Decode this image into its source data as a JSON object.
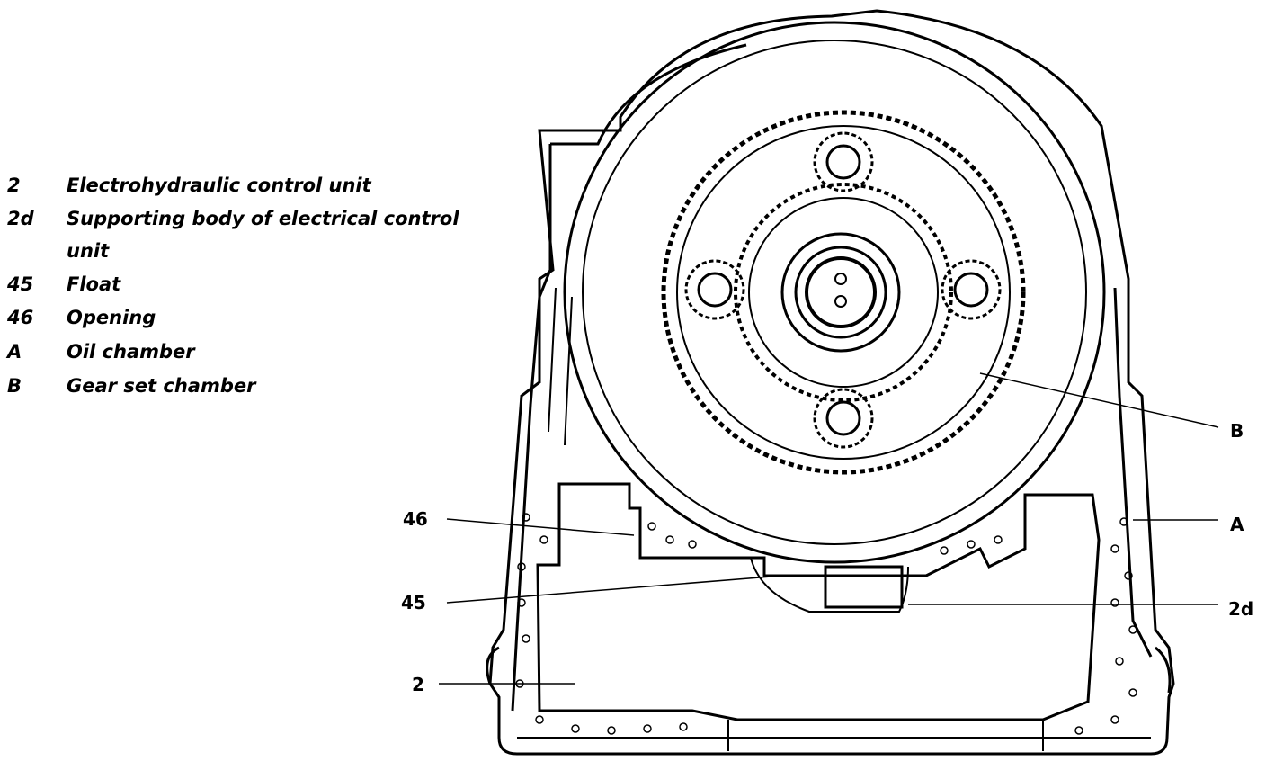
{
  "legend": [
    {
      "key": "2",
      "text": "Electrohydraulic control unit"
    },
    {
      "key": "2d",
      "text": "Supporting body of electrical control",
      "text2": "unit"
    },
    {
      "key": "45",
      "text": "Float"
    },
    {
      "key": "46",
      "text": "Opening"
    },
    {
      "key": "A",
      "text": "Oil chamber"
    },
    {
      "key": "B",
      "text": "Gear set chamber"
    }
  ],
  "callouts": {
    "b": "B",
    "a": "A",
    "d2": "2d",
    "n46": "46",
    "n45": "45",
    "n2": "2"
  },
  "colors": {
    "line": "#000000",
    "background": "#ffffff"
  }
}
